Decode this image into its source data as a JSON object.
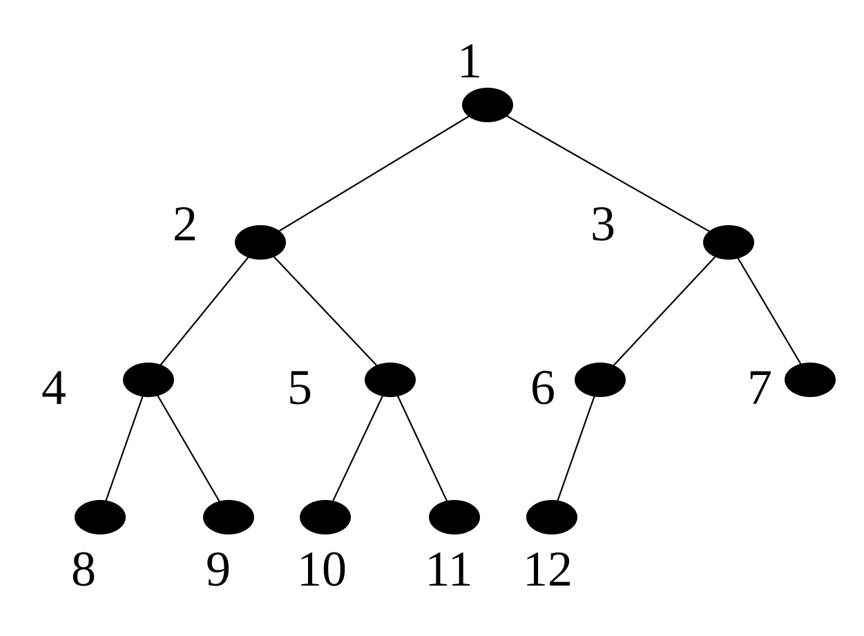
{
  "diagram": {
    "type": "binary-tree",
    "nodes": [
      {
        "id": "1",
        "label": "1"
      },
      {
        "id": "2",
        "label": "2"
      },
      {
        "id": "3",
        "label": "3"
      },
      {
        "id": "4",
        "label": "4"
      },
      {
        "id": "5",
        "label": "5"
      },
      {
        "id": "6",
        "label": "6"
      },
      {
        "id": "7",
        "label": "7"
      },
      {
        "id": "8",
        "label": "8"
      },
      {
        "id": "9",
        "label": "9"
      },
      {
        "id": "10",
        "label": "10"
      },
      {
        "id": "11",
        "label": "11"
      },
      {
        "id": "12",
        "label": "12"
      }
    ],
    "edges": [
      {
        "from": "1",
        "to": "2"
      },
      {
        "from": "1",
        "to": "3"
      },
      {
        "from": "2",
        "to": "4"
      },
      {
        "from": "2",
        "to": "5"
      },
      {
        "from": "3",
        "to": "6"
      },
      {
        "from": "3",
        "to": "7"
      },
      {
        "from": "4",
        "to": "8"
      },
      {
        "from": "4",
        "to": "9"
      },
      {
        "from": "5",
        "to": "10"
      },
      {
        "from": "5",
        "to": "11"
      },
      {
        "from": "6",
        "to": "12"
      }
    ],
    "colors": {
      "node_fill": "#000000",
      "edge_stroke": "#000000",
      "background": "#ffffff"
    }
  }
}
